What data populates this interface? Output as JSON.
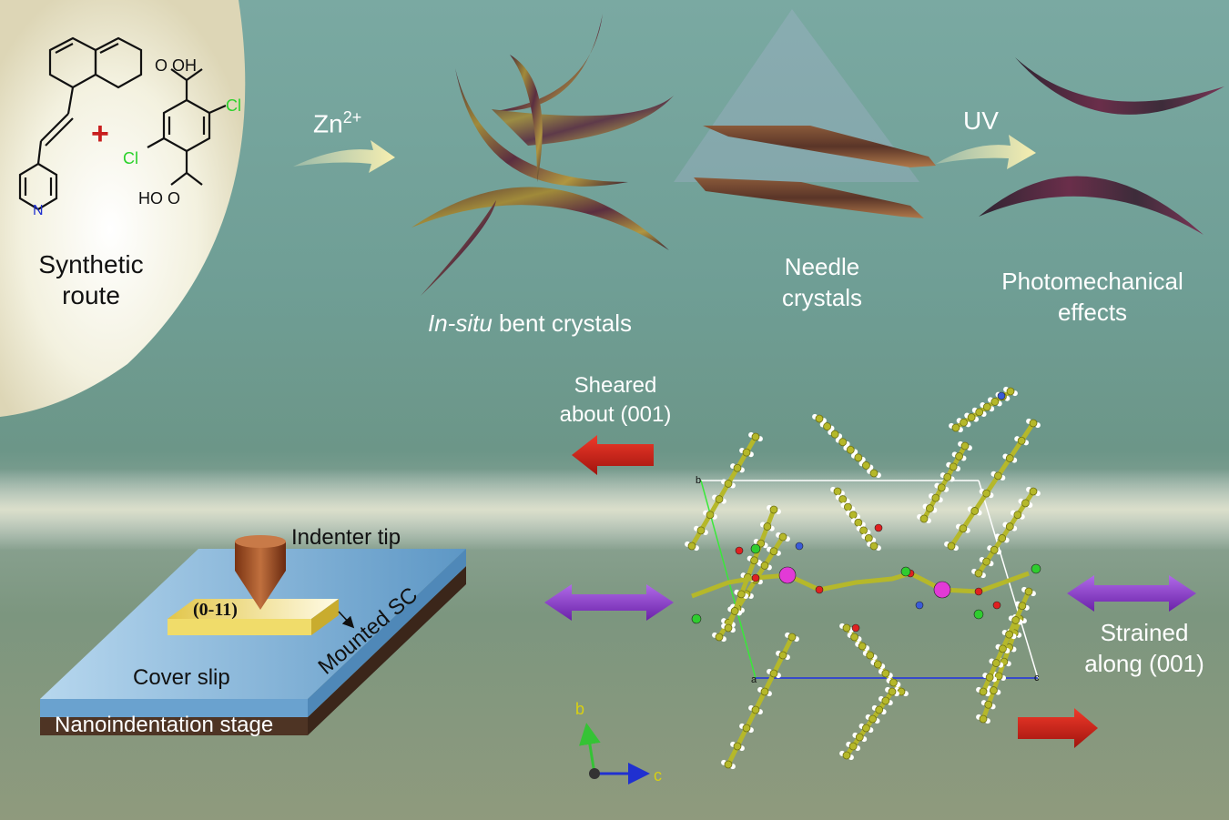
{
  "synthetic": {
    "label_line1": "Synthetic",
    "label_line2": "route",
    "plus": "+",
    "atom_N": "N",
    "atom_Cl1": "Cl",
    "atom_Cl2": "Cl",
    "group_COOH_top": "O  OH",
    "group_COOH_bottom": "HO  O"
  },
  "arrows": {
    "zn_label": "Zn",
    "zn_sup": "2+",
    "uv_label": "UV"
  },
  "crystals": {
    "bent_italic": "In-situ",
    "bent_rest": " bent crystals",
    "needle_line1": "Needle",
    "needle_line2": "crystals",
    "photo_line1": "Photomechanical",
    "photo_line2": "effects"
  },
  "structure": {
    "sheared_line1": "Sheared",
    "sheared_line2": "about (001)",
    "strained_line1": "Strained",
    "strained_line2": "along (001)",
    "axis_b": "b",
    "axis_c": "c",
    "cell_b": "b",
    "cell_a": "a",
    "cell_c": "c"
  },
  "nano": {
    "indenter_label": "Indenter tip",
    "face_label": "(0-11)",
    "mounted_label": "Mounted SC",
    "cover_label": "Cover slip",
    "stage_label": "Nanoindentation stage"
  },
  "colors": {
    "red_arrow": "#d0241b",
    "purple_arrow": "#8b3fc9",
    "crystal_dark": "#5a2f3a",
    "crystal_gold": "#b59a3a",
    "molecule": "#b5b82a",
    "atom_O": "#e02020",
    "atom_Zn": "#e23ad6",
    "atom_Cl": "#2fcc2f",
    "atom_N": "#3a5bd8",
    "cover_slip": "#86b9da",
    "sample": "#e8d86a",
    "tip": "#a0522d"
  }
}
